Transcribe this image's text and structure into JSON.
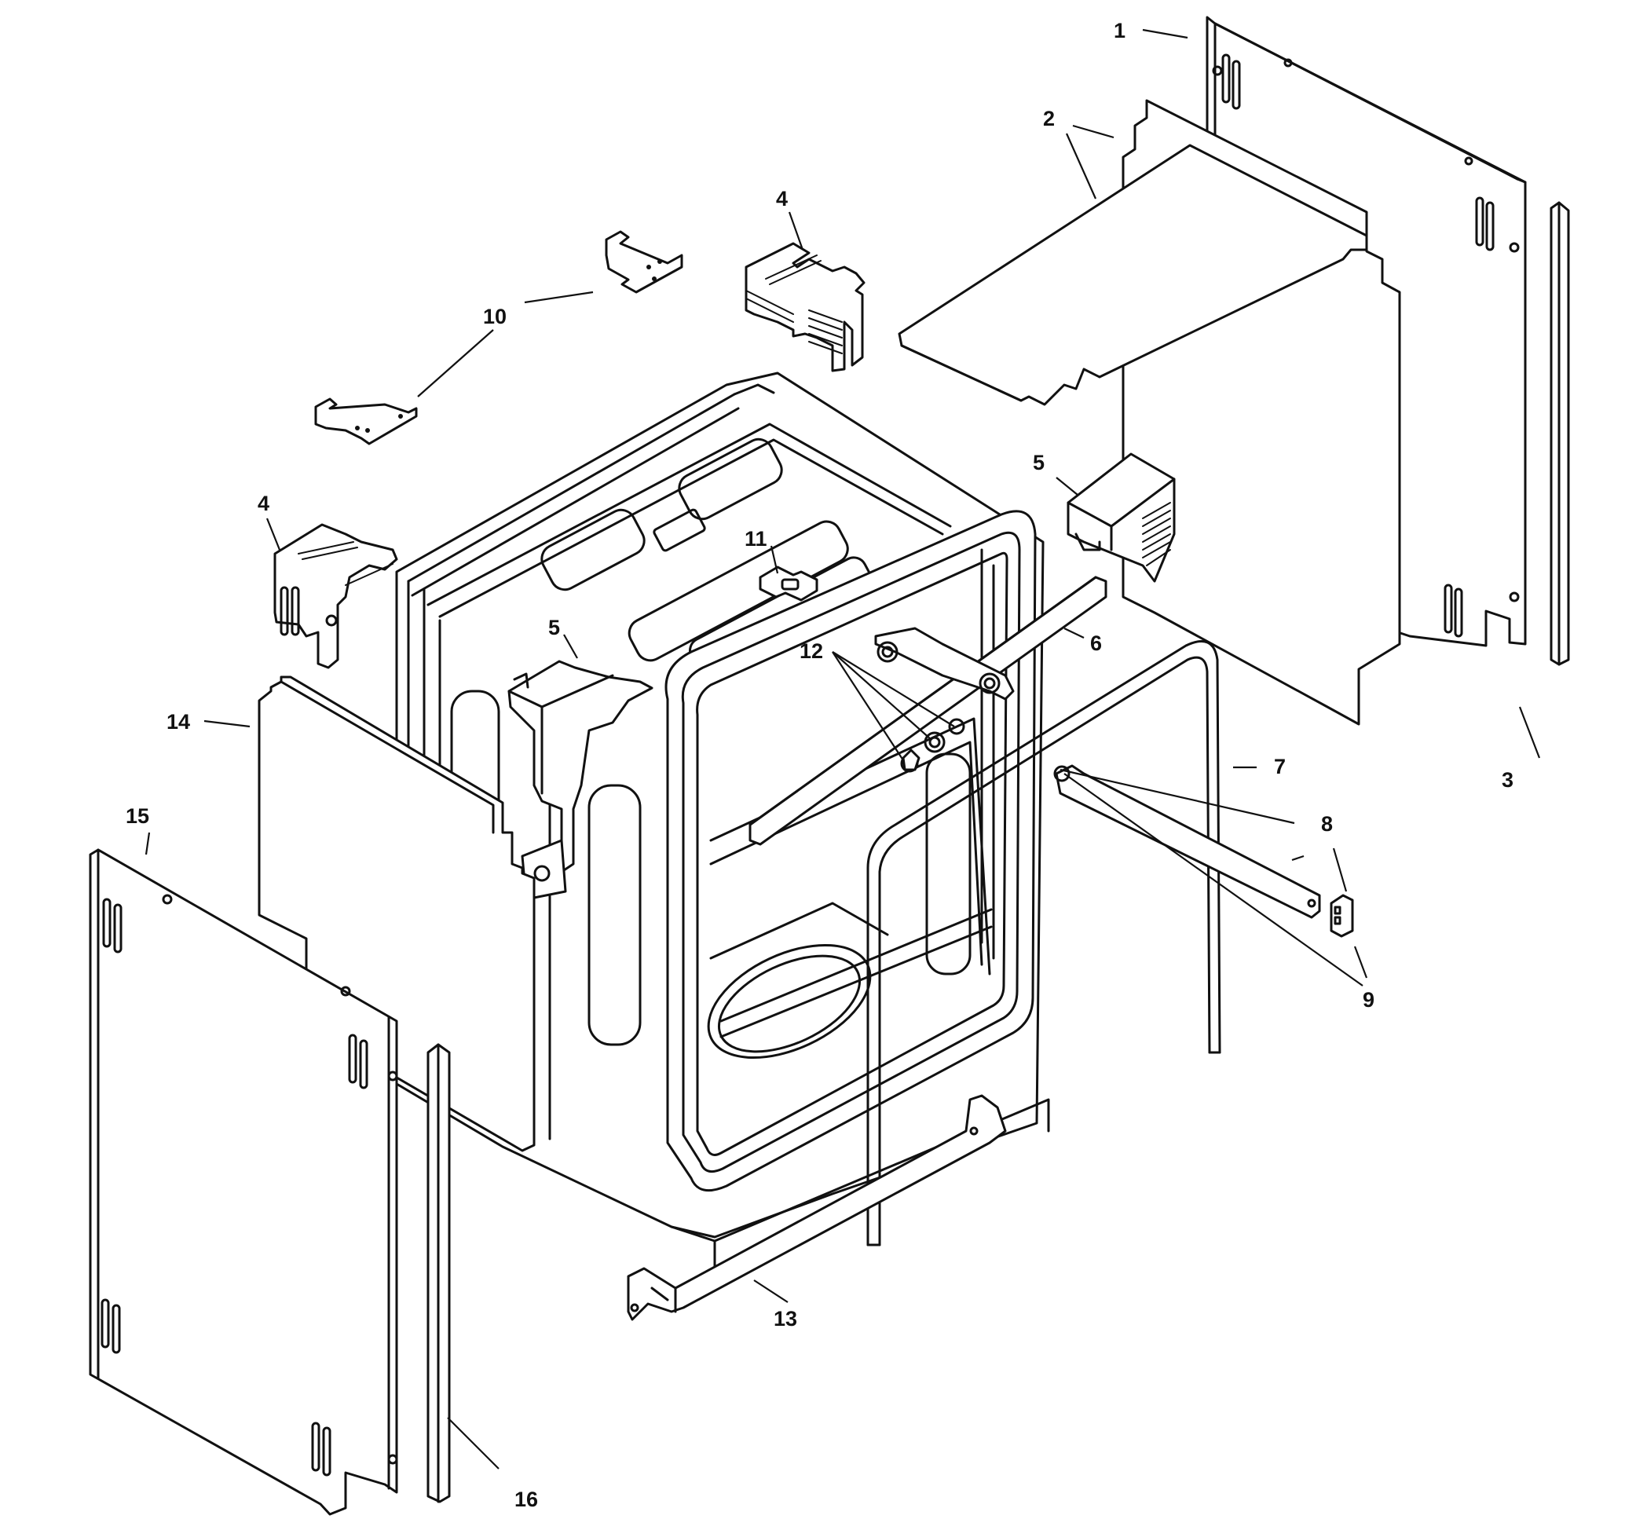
{
  "callouts": {
    "c1": "1",
    "c2": "2",
    "c3": "3",
    "c4a": "4",
    "c4b": "4",
    "c5a": "5",
    "c5b": "5",
    "c6": "6",
    "c7": "7",
    "c8": "8",
    "c9": "9",
    "c10": "10",
    "c11": "11",
    "c12": "12",
    "c13": "13",
    "c14": "14",
    "c15": "15",
    "c16": "16"
  },
  "colors": {
    "line": "#111111",
    "background": "#ffffff"
  }
}
